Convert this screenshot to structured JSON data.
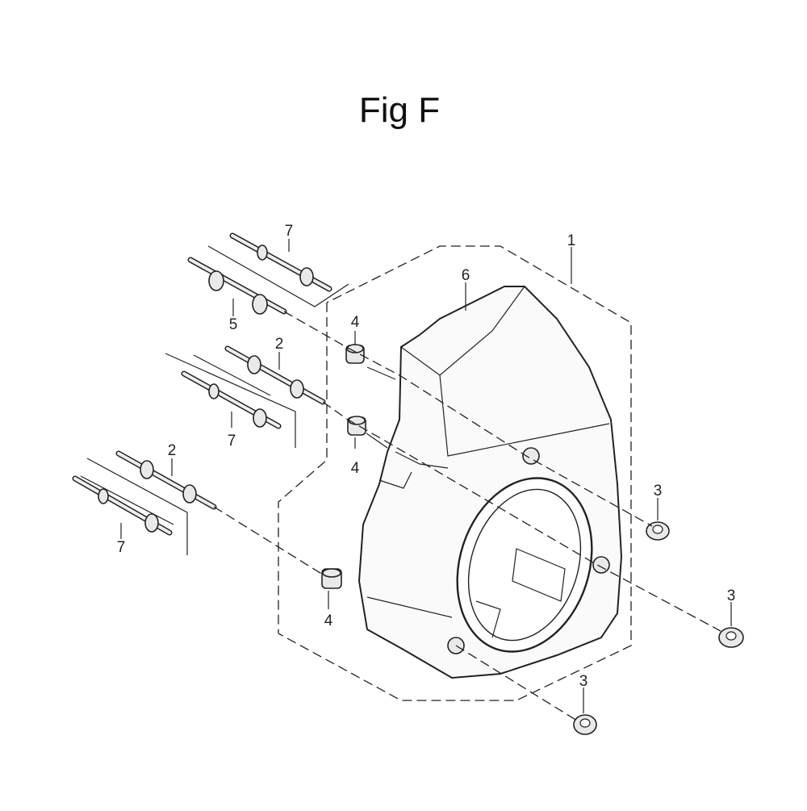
{
  "figure": {
    "title": "Fig F"
  },
  "callouts": {
    "c1": "1",
    "c2a": "2",
    "c2b": "2",
    "c3a": "3",
    "c3b": "3",
    "c3c": "3",
    "c4a": "4",
    "c4b": "4",
    "c4c": "4",
    "c5": "5",
    "c6": "6",
    "c7a": "7",
    "c7b": "7",
    "c7c": "7"
  }
}
